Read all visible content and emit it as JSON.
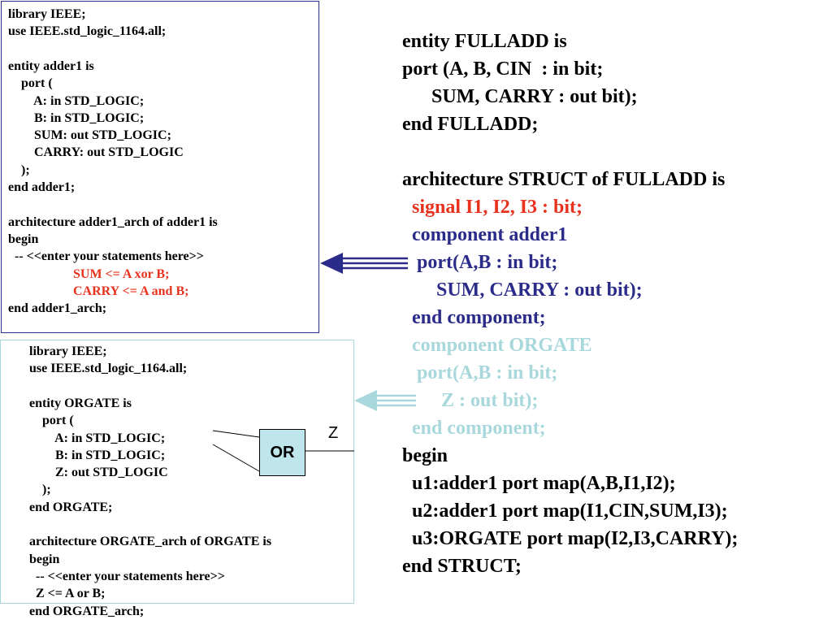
{
  "colors": {
    "black": "#000000",
    "red": "#e8321e",
    "blue": "#2b2b8a",
    "cyan": "#a8d8dc"
  },
  "adder_code": [
    {
      "text": "library IEEE;",
      "color": "black"
    },
    {
      "text": "use IEEE.std_logic_1164.all;",
      "color": "black"
    },
    {
      "text": "",
      "color": "black"
    },
    {
      "text": "entity adder1 is",
      "color": "black"
    },
    {
      "text": "    port (",
      "color": "black"
    },
    {
      "text": "        A: in STD_LOGIC;",
      "color": "black"
    },
    {
      "text": "        B: in STD_LOGIC;",
      "color": "black"
    },
    {
      "text": "        SUM: out STD_LOGIC;",
      "color": "black"
    },
    {
      "text": "        CARRY: out STD_LOGIC",
      "color": "black"
    },
    {
      "text": "    );",
      "color": "black"
    },
    {
      "text": "end adder1;",
      "color": "black"
    },
    {
      "text": "",
      "color": "black"
    },
    {
      "text": "architecture adder1_arch of adder1 is",
      "color": "black"
    },
    {
      "text": "begin",
      "color": "black"
    },
    {
      "text": "  -- <<enter your statements here>>",
      "color": "black"
    },
    {
      "text": "                    SUM <= A xor B;",
      "color": "red"
    },
    {
      "text": "                    CARRY <= A and B;",
      "color": "red"
    },
    {
      "text": "end adder1_arch;",
      "color": "black"
    }
  ],
  "orgate_code": [
    {
      "text": "library IEEE;",
      "color": "black"
    },
    {
      "text": "use IEEE.std_logic_1164.all;",
      "color": "black"
    },
    {
      "text": "",
      "color": "black"
    },
    {
      "text": "entity ORGATE is",
      "color": "black"
    },
    {
      "text": "    port (",
      "color": "black"
    },
    {
      "text": "        A: in STD_LOGIC;",
      "color": "black"
    },
    {
      "text": "        B: in STD_LOGIC;",
      "color": "black"
    },
    {
      "text": "        Z: out STD_LOGIC",
      "color": "black"
    },
    {
      "text": "    );",
      "color": "black"
    },
    {
      "text": "end ORGATE;",
      "color": "black"
    },
    {
      "text": "",
      "color": "black"
    },
    {
      "text": "architecture ORGATE_arch of ORGATE is",
      "color": "black"
    },
    {
      "text": "begin",
      "color": "black"
    },
    {
      "text": "  -- <<enter your statements here>>",
      "color": "black"
    },
    {
      "text": "  Z <= A or B;",
      "color": "black"
    },
    {
      "text": "end ORGATE_arch;",
      "color": "black"
    }
  ],
  "fulladd_code": [
    {
      "text": "entity FULLADD is",
      "color": "black"
    },
    {
      "text": "port (A, B, CIN  : in bit;",
      "color": "black"
    },
    {
      "text": "      SUM, CARRY : out bit);",
      "color": "black"
    },
    {
      "text": "end FULLADD;",
      "color": "black"
    },
    {
      "text": "",
      "color": "black"
    },
    {
      "text": "architecture STRUCT of FULLADD is",
      "color": "black"
    },
    {
      "text": "  signal I1, I2, I3 : bit;",
      "color": "red"
    },
    {
      "text": "  component adder1",
      "color": "blue"
    },
    {
      "text": "   port(A,B : in bit;",
      "color": "blue"
    },
    {
      "text": "       SUM, CARRY : out bit);",
      "color": "blue"
    },
    {
      "text": "  end component;",
      "color": "blue"
    },
    {
      "text": "  component ORGATE",
      "color": "cyan"
    },
    {
      "text": "   port(A,B : in bit;",
      "color": "cyan"
    },
    {
      "text": "        Z : out bit);",
      "color": "cyan"
    },
    {
      "text": "  end component;",
      "color": "cyan"
    },
    {
      "text": "begin",
      "color": "black"
    },
    {
      "text": "  u1:adder1 port map(A,B,I1,I2);",
      "color": "black"
    },
    {
      "text": "  u2:adder1 port map(I1,CIN,SUM,I3);",
      "color": "black"
    },
    {
      "text": "  u3:ORGATE port map(I2,I3,CARRY);",
      "color": "black"
    },
    {
      "text": "end STRUCT;",
      "color": "black"
    }
  ],
  "gate": {
    "label": "OR",
    "output_label": "Z"
  },
  "arrows": [
    {
      "name": "arrow-to-adder1",
      "color": "blue"
    },
    {
      "name": "arrow-to-orgate",
      "color": "cyan"
    }
  ]
}
